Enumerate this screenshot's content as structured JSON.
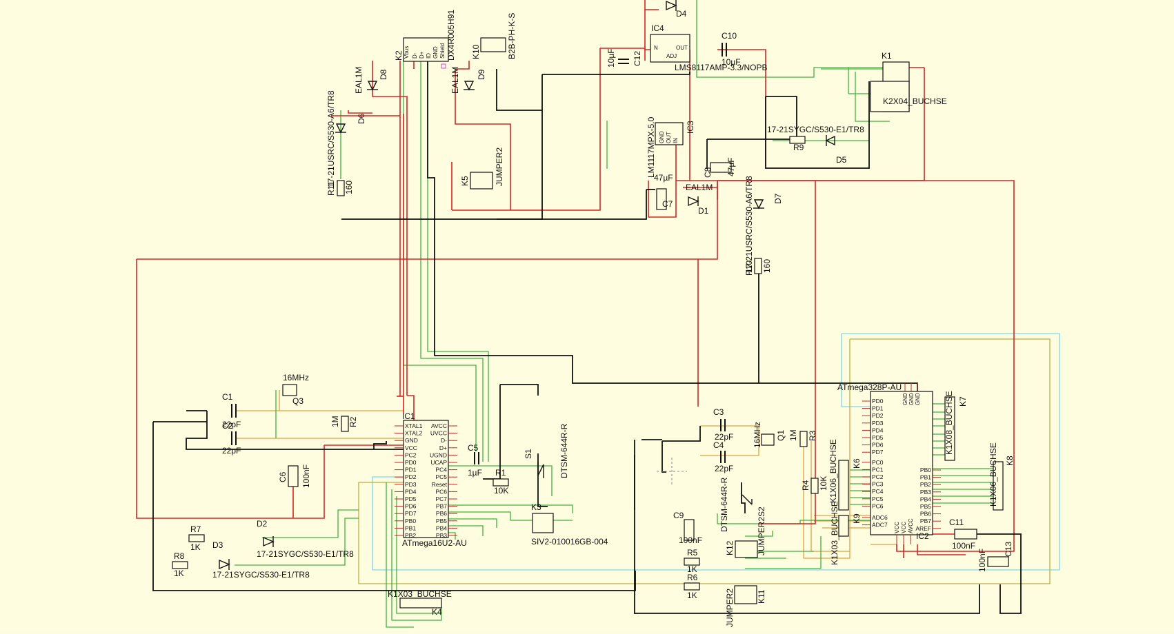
{
  "colors": {
    "background": "#fefce0",
    "wire_red": "#e02020",
    "wire_black": "#111111",
    "wire_green": "#3bb43b",
    "wire_orange": "#e0a040",
    "wire_cyan": "#7ad8e8",
    "wire_olive": "#b8b040",
    "pin_red": "#d02020",
    "pin_magenta": "#d040d0"
  },
  "components": [
    {
      "id": "IC1",
      "label": "IC1",
      "value": "ATmega16U2-AU",
      "pins_left": [
        "XTAL1",
        "XTAL2",
        "GND",
        "VCC",
        "PC2",
        "PD0",
        "PD1",
        "PD2",
        "PD3",
        "PD4",
        "PD5",
        "PD6",
        "PD7",
        "PB0",
        "PB1",
        "PB2"
      ],
      "pins_right": [
        "AVCC",
        "UVCC",
        "D-",
        "D+",
        "UGND",
        "UCAP",
        "PC4",
        "PC5",
        "Reset",
        "PC6",
        "PC7",
        "PB7",
        "PB6",
        "PB5",
        "PB4",
        "PB3"
      ]
    },
    {
      "id": "IC2",
      "label": "IC2",
      "value": "ATmega328P-AU",
      "pins_left": [
        "PD0",
        "PD1",
        "PD2",
        "PD3",
        "PD4",
        "PD5",
        "PD6",
        "PD7",
        "PC0",
        "PC1",
        "PC2",
        "PC3",
        "PC4",
        "PC5",
        "PC6",
        "ADC6",
        "ADC7"
      ],
      "pins_top_right": [
        "GND",
        "GND",
        "GND"
      ],
      "pins_right": [
        "PB0",
        "PB1",
        "PB2",
        "PB3",
        "PB4",
        "PB5",
        "PB6",
        "PB7",
        "AREF"
      ],
      "pins_bottom": [
        "VCC",
        "VCC",
        "AVCC"
      ]
    },
    {
      "id": "IC3",
      "label": "IC3",
      "value": "LM1117MPX-5.0",
      "pins": [
        "GND",
        "OUT",
        "IN"
      ]
    },
    {
      "id": "IC4",
      "label": "IC4",
      "value": "LMS8117AMP-3.3/NOPB",
      "pins": [
        "IN",
        "OUT",
        "ADJ"
      ]
    },
    {
      "id": "K1",
      "label": "K1",
      "value": "K2X04_BUCHSE"
    },
    {
      "id": "K2",
      "label": "K2",
      "value": "DX4R005H91",
      "pins": [
        "Vbus",
        "D-",
        "D+",
        "ID",
        "GND",
        "Shield"
      ]
    },
    {
      "id": "K3",
      "label": "K3",
      "value": "SIV2-010016GB-004"
    },
    {
      "id": "K4",
      "label": "K4",
      "value": "K1X03_BUCHSE"
    },
    {
      "id": "K5",
      "label": "K5",
      "value": "JUMPER2"
    },
    {
      "id": "K6",
      "label": "K6",
      "value": "K1X06_BUCHSE"
    },
    {
      "id": "K7",
      "label": "K7",
      "value": "K1X08_BUCHSE"
    },
    {
      "id": "K8",
      "label": "K8",
      "value": "K1X06_BUCHSE"
    },
    {
      "id": "K9",
      "label": "K9",
      "value": "K1X03_BUCHSE"
    },
    {
      "id": "K10",
      "label": "K10",
      "value": "B2B-PH-K-S"
    },
    {
      "id": "K11",
      "label": "K11",
      "value": "JUMPER2"
    },
    {
      "id": "K12",
      "label": "K12",
      "value": "JUMPER2"
    },
    {
      "id": "C1",
      "label": "C1",
      "value": "22pF"
    },
    {
      "id": "C2",
      "label": "C2",
      "value": "22pF"
    },
    {
      "id": "C3",
      "label": "C3",
      "value": "22pF"
    },
    {
      "id": "C4",
      "label": "C4",
      "value": "22pF"
    },
    {
      "id": "C5",
      "label": "C5",
      "value": "1µF"
    },
    {
      "id": "C6",
      "label": "C6",
      "value": "100nF"
    },
    {
      "id": "C7",
      "label": "C7",
      "value": "47µF"
    },
    {
      "id": "C8",
      "label": "C8",
      "value": "47µF"
    },
    {
      "id": "C9",
      "label": "C9",
      "value": "100nF"
    },
    {
      "id": "C10",
      "label": "C10",
      "value": "10µF"
    },
    {
      "id": "C11",
      "label": "C11",
      "value": "100nF"
    },
    {
      "id": "C12",
      "label": "C12",
      "value": "10µF"
    },
    {
      "id": "C13",
      "label": "C13",
      "value": "100nF"
    },
    {
      "id": "Q1",
      "label": "Q1",
      "value": "16MHz"
    },
    {
      "id": "Q3",
      "label": "Q3",
      "value": "16MHz"
    },
    {
      "id": "R1",
      "label": "R1",
      "value": "10K"
    },
    {
      "id": "R2",
      "label": "R2",
      "value": "1M"
    },
    {
      "id": "R3",
      "label": "R3",
      "value": "1M"
    },
    {
      "id": "R4",
      "label": "R4",
      "value": "10K"
    },
    {
      "id": "R5",
      "label": "R5",
      "value": "1K"
    },
    {
      "id": "R6",
      "label": "R6",
      "value": "1K"
    },
    {
      "id": "R7",
      "label": "R7",
      "value": "1K"
    },
    {
      "id": "R8",
      "label": "R8",
      "value": "1K"
    },
    {
      "id": "R9",
      "label": "R9",
      "value": "R9"
    },
    {
      "id": "R10",
      "label": "R10",
      "value": "160"
    },
    {
      "id": "R11",
      "label": "R11",
      "value": "160"
    },
    {
      "id": "D1",
      "label": "D1",
      "value": "EAL1M"
    },
    {
      "id": "D2",
      "label": "D2",
      "value": "17-21SYGC/S530-E1/TR8"
    },
    {
      "id": "D3",
      "label": "D3",
      "value": "17-21SYGC/S530-E1/TR8"
    },
    {
      "id": "D4",
      "label": "D4",
      "value": ""
    },
    {
      "id": "D5",
      "label": "D5",
      "value": "17-21SYGC/S530-E1/TR8"
    },
    {
      "id": "D6",
      "label": "D6",
      "value": "17-21USRC/S530-A6/TR8"
    },
    {
      "id": "D7",
      "label": "D7",
      "value": "17-21USRC/S530-A6/TR8"
    },
    {
      "id": "D8",
      "label": "D8",
      "value": "EAL1M"
    },
    {
      "id": "D9",
      "label": "D9",
      "value": "EAL1M"
    },
    {
      "id": "S1",
      "label": "S1",
      "value": "DTSM-644R-R"
    },
    {
      "id": "S2",
      "label": "S2",
      "value": "DTSM-644R-R"
    }
  ]
}
